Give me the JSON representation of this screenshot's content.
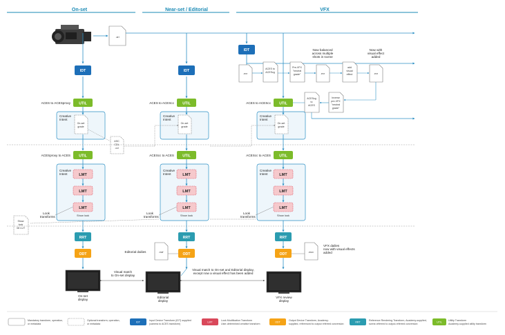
{
  "columns": {
    "onset": "On-set",
    "editorial": "Near-set  / Editorial",
    "vfx": "VFX"
  },
  "boxes": {
    "idt": "IDT",
    "util": "UTIL",
    "lmt": "LMT",
    "rrt": "RRT",
    "odt": "ODT"
  },
  "onset": {
    "aces_to_proxy": "ACES to ACESproxy",
    "creative_intent": [
      "Creative",
      "Intent"
    ],
    "grade": [
      "On-set",
      "grade"
    ],
    "proxy_to_aces": "ACESproxy to ACES",
    "lmt_intent": [
      "Creative",
      "Intent"
    ],
    "show_look": "Show look",
    "look_transforms": [
      "Look",
      "transforms"
    ],
    "display": [
      "On-set",
      "display"
    ],
    "raw_doc": ".ari",
    "asc_cdl": [
      "ASC",
      "CDL",
      ".ccl"
    ],
    "show_look_lut": [
      "Show",
      "look",
      "3D LUT"
    ]
  },
  "editorial": {
    "aces_to_acescc": "ACES to ACEScc",
    "creative_intent": [
      "Creative",
      "Intent"
    ],
    "grade": [
      "On-set",
      "grade"
    ],
    "acescc_to_aces": "ACEScc to ACES",
    "lmt_intent": [
      "Creative",
      "Intent"
    ],
    "show_look": "Show look",
    "look_transforms": [
      "Look",
      "transforms"
    ],
    "dailies_label": "Editorial dailies",
    "dailies_doc": ".mxf",
    "display": [
      "Editorial",
      "display"
    ]
  },
  "vfx": {
    "exr1": ".exr",
    "aces_to_acescg_doc": [
      "ACES to",
      "ACEScg"
    ],
    "pre_vfx_doc": [
      "Pre-VFX",
      "\"neutral",
      "grade\""
    ],
    "exr2": ".exr",
    "add_effect_doc": [
      "add",
      "visual",
      "effect"
    ],
    "exr3": ".exr",
    "now_balanced": [
      "Now balanced",
      "across multiple",
      "shots in scene"
    ],
    "now_with_effect": [
      "Now with",
      "visual effect",
      "added"
    ],
    "acescg_to_aces_doc": [
      "ACEScg",
      "to",
      "ACES"
    ],
    "inverse_doc": [
      "Inverse",
      "pre-VFX",
      "\"neutral",
      "grade\""
    ],
    "aces_to_acescc": "ACES to ACEScc",
    "creative_intent": [
      "Creative",
      "Intent"
    ],
    "grade": [
      "On-set",
      "grade"
    ],
    "acescc_to_aces": "ACEScc to ACES",
    "lmt_intent": [
      "Creative",
      "Intent"
    ],
    "show_look": "Show look",
    "look_transforms": [
      "Look",
      "transforms"
    ],
    "dailies_label": [
      "VFX dailies",
      "now with visual effects",
      "added"
    ],
    "dailies_doc": ".mov",
    "display": [
      "VFX review",
      "display"
    ]
  },
  "matches": {
    "onset_editorial": [
      "Visual  match",
      "to On-set display"
    ],
    "editorial_vfx": [
      "Visual  match to On-set and Editorial display,",
      "except now a visual effect has been added"
    ]
  },
  "legend": [
    {
      "key": "mandatory",
      "text": [
        "Mandatory transform, operation,",
        "or metadata"
      ]
    },
    {
      "key": "optional",
      "text": [
        "Optional transform, operation,",
        "or metadata"
      ]
    },
    {
      "key": "idt",
      "swatch": "IDT",
      "text": [
        "Input Device Transform (IDT) supplied",
        "(camera to ACES transform)"
      ]
    },
    {
      "key": "lmt",
      "swatch": "LMT",
      "text": [
        "Look Modification Transform",
        "User-determined creative transform"
      ]
    },
    {
      "key": "odt",
      "swatch": "ODT",
      "text": [
        "Output Device Transform, Academy-",
        "supplied, referenced to output referred conversion"
      ]
    },
    {
      "key": "rrt",
      "swatch": "RRT",
      "text": [
        "Reference Rendering Transform, Academy-supplied,",
        "scene-referred to output-referred conversion"
      ]
    },
    {
      "key": "util",
      "swatch": "UTIL",
      "text": [
        "Utility Transform",
        "Academy-supplied utility transform"
      ]
    }
  ],
  "colors": {
    "idt": "#1d6fb8",
    "util": "#7cbb2a",
    "rrt": "#2b9cb0",
    "odt": "#f5a316",
    "lmt_fill": "#f6c9cc",
    "lmt_border": "#d9485a",
    "line": "#2b8fc4",
    "header": "#1a8ab5"
  }
}
